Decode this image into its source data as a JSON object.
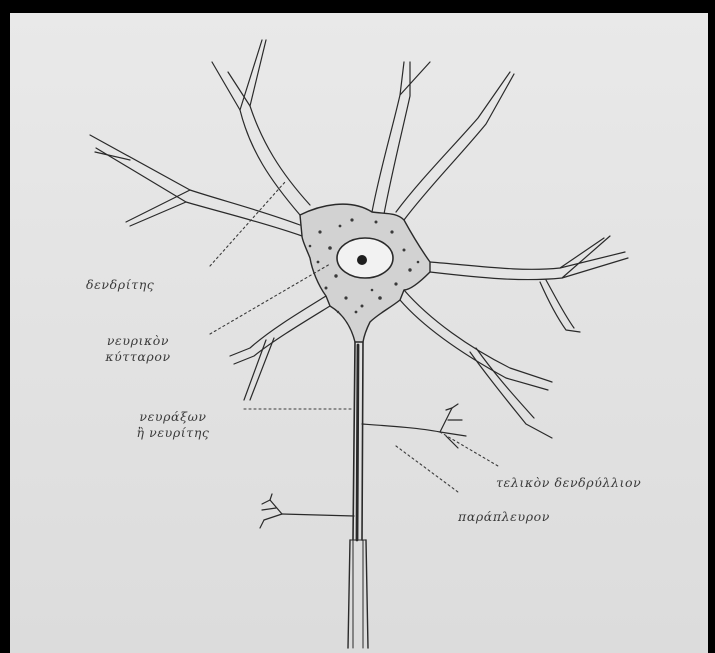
{
  "labels": {
    "dendrite": "δενδρίτης",
    "cell_line1": "νευρικὸν",
    "cell_line2": "κύτταρον",
    "axon_line1": "νευράξων",
    "axon_line2": "ἢ νευρίτης",
    "terminal": "τελικὸν δενδρύλλιον",
    "collateral": "παράπλευρον"
  },
  "colors": {
    "paper": "#e5e5e5",
    "ink": "#2a2a2a",
    "cytoplasm": "#d6d6d6",
    "frame": "#000000"
  }
}
